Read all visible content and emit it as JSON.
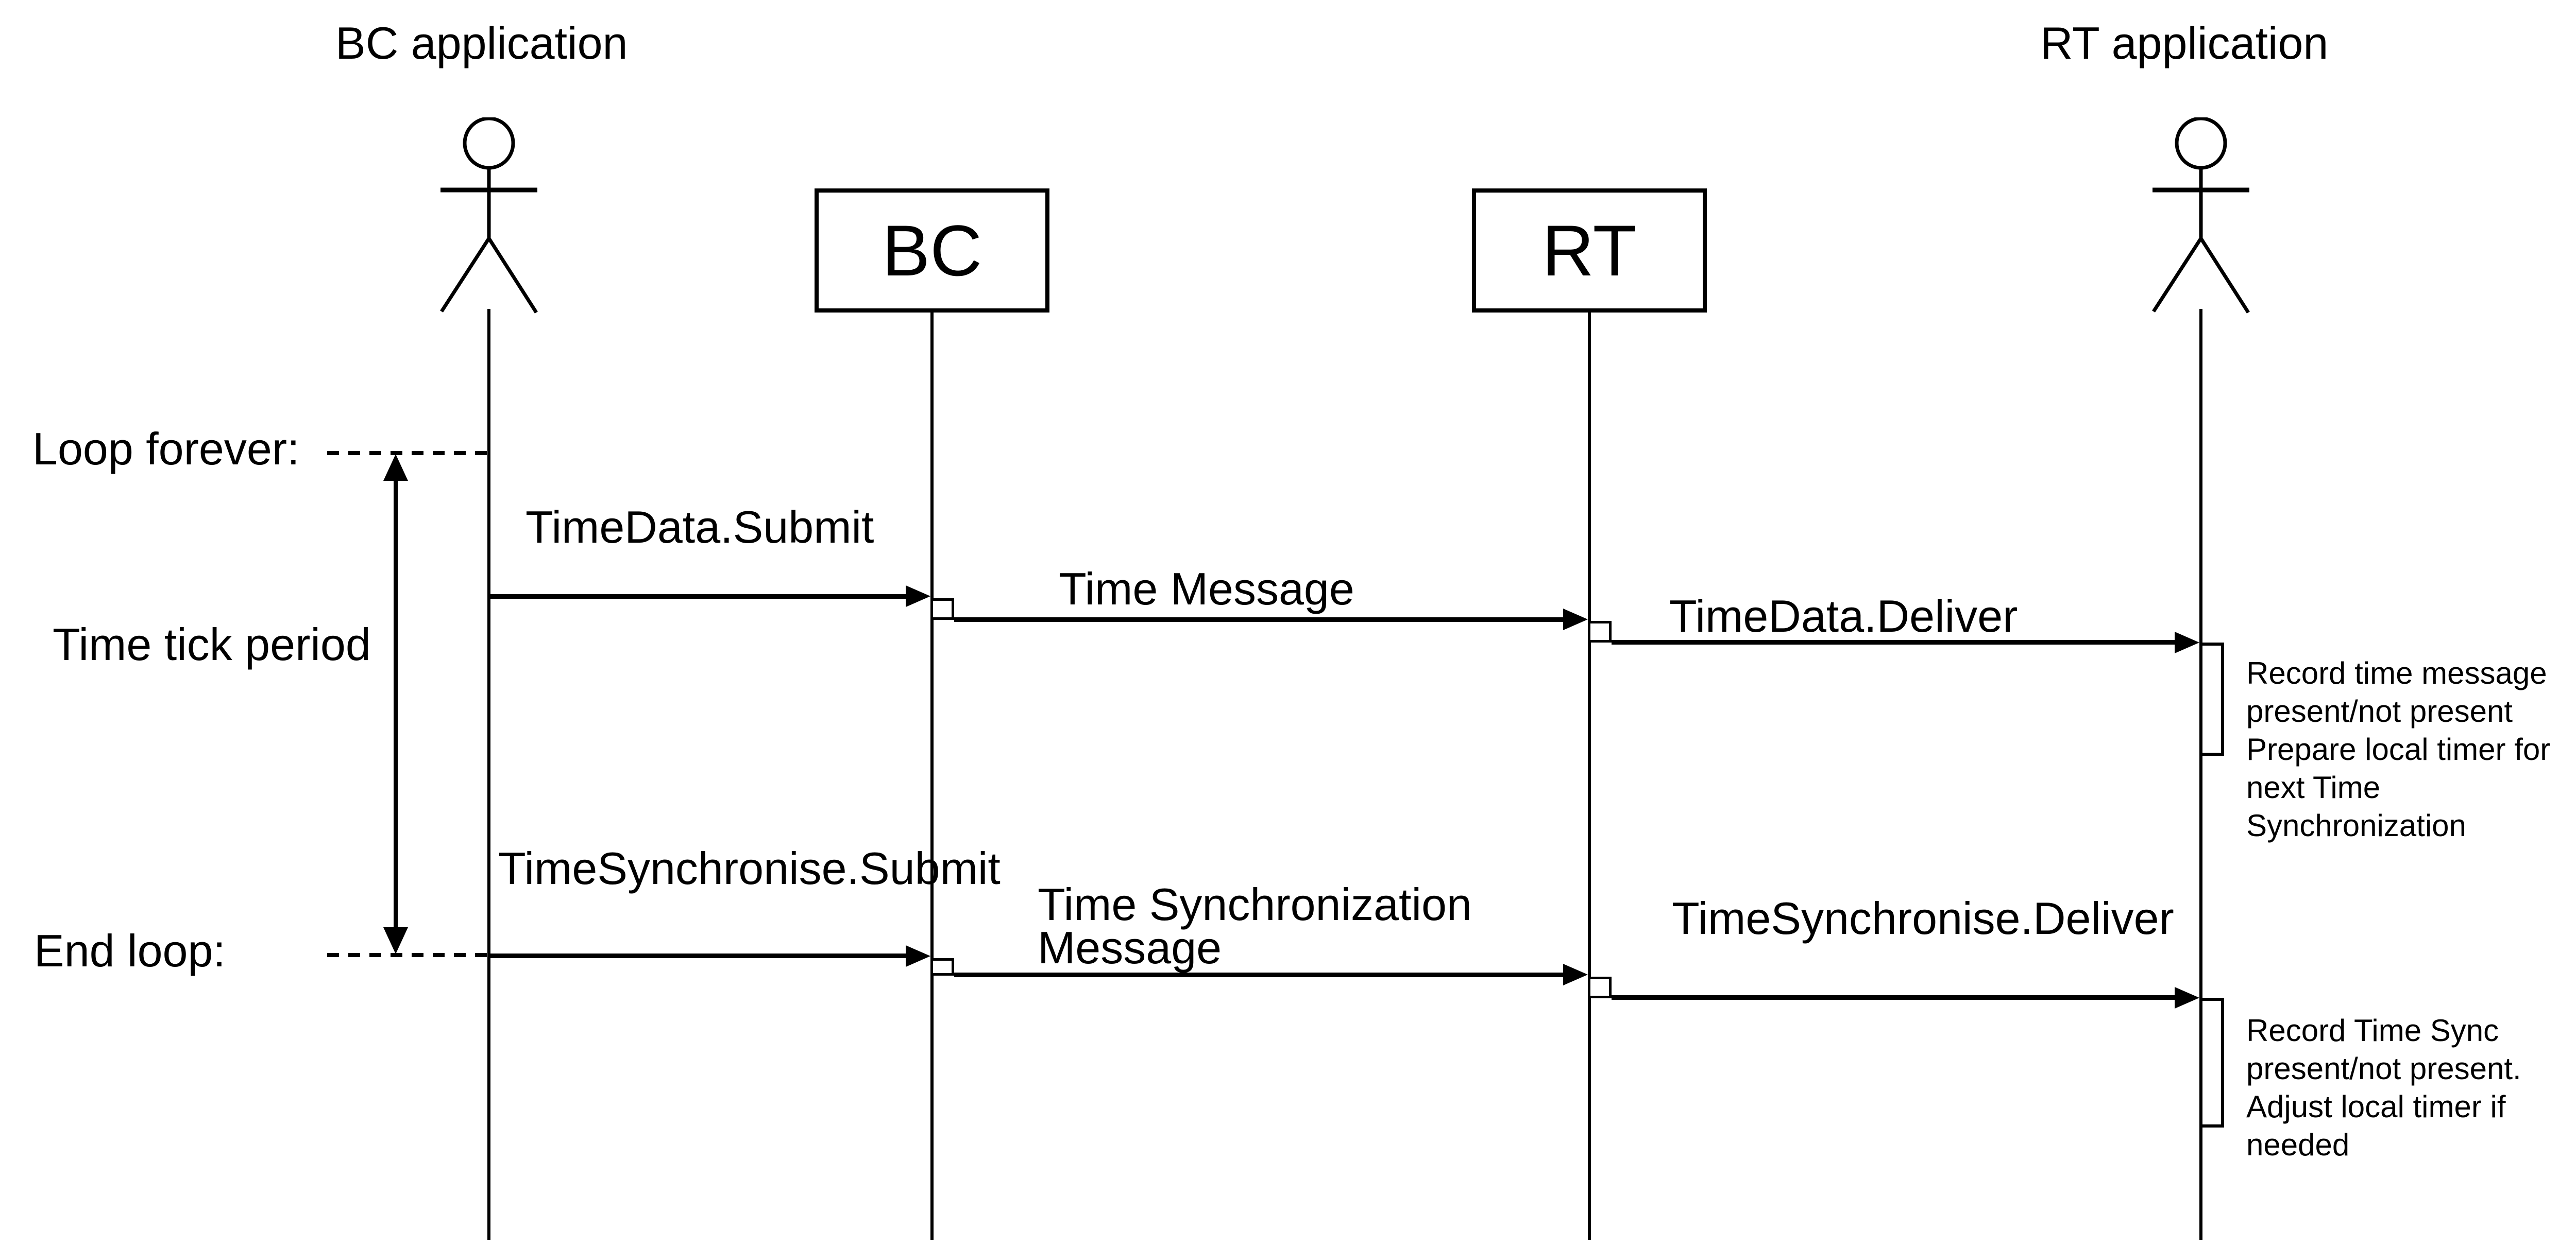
{
  "diagram": {
    "titles": {
      "left_actor": "BC application",
      "right_actor": "RT application"
    },
    "objects": {
      "bc_box_label": "BC",
      "rt_box_label": "RT"
    },
    "loop": {
      "start_label": "Loop forever:",
      "period_label": "Time tick period",
      "end_label": "End loop:"
    },
    "messages": {
      "timedata_submit": "TimeData.Submit",
      "time_message": "Time Message",
      "timedata_deliver": "TimeData.Deliver",
      "timesynchronise_submit": "TimeSynchronise.Submit",
      "time_sync_message_line1": "Time Synchronization",
      "time_sync_message_line2": "Message",
      "timesynchronise_deliver": "TimeSynchronise.Deliver"
    },
    "annotations": {
      "record_time_message": [
        "Record time message",
        "present/not present",
        "Prepare local timer for",
        "next Time",
        "Synchronization"
      ],
      "record_time_sync": [
        "Record Time Sync",
        "present/not present.",
        "Adjust local timer if",
        "needed"
      ]
    },
    "colors": {
      "ink": "#000000",
      "background": "#ffffff"
    }
  }
}
